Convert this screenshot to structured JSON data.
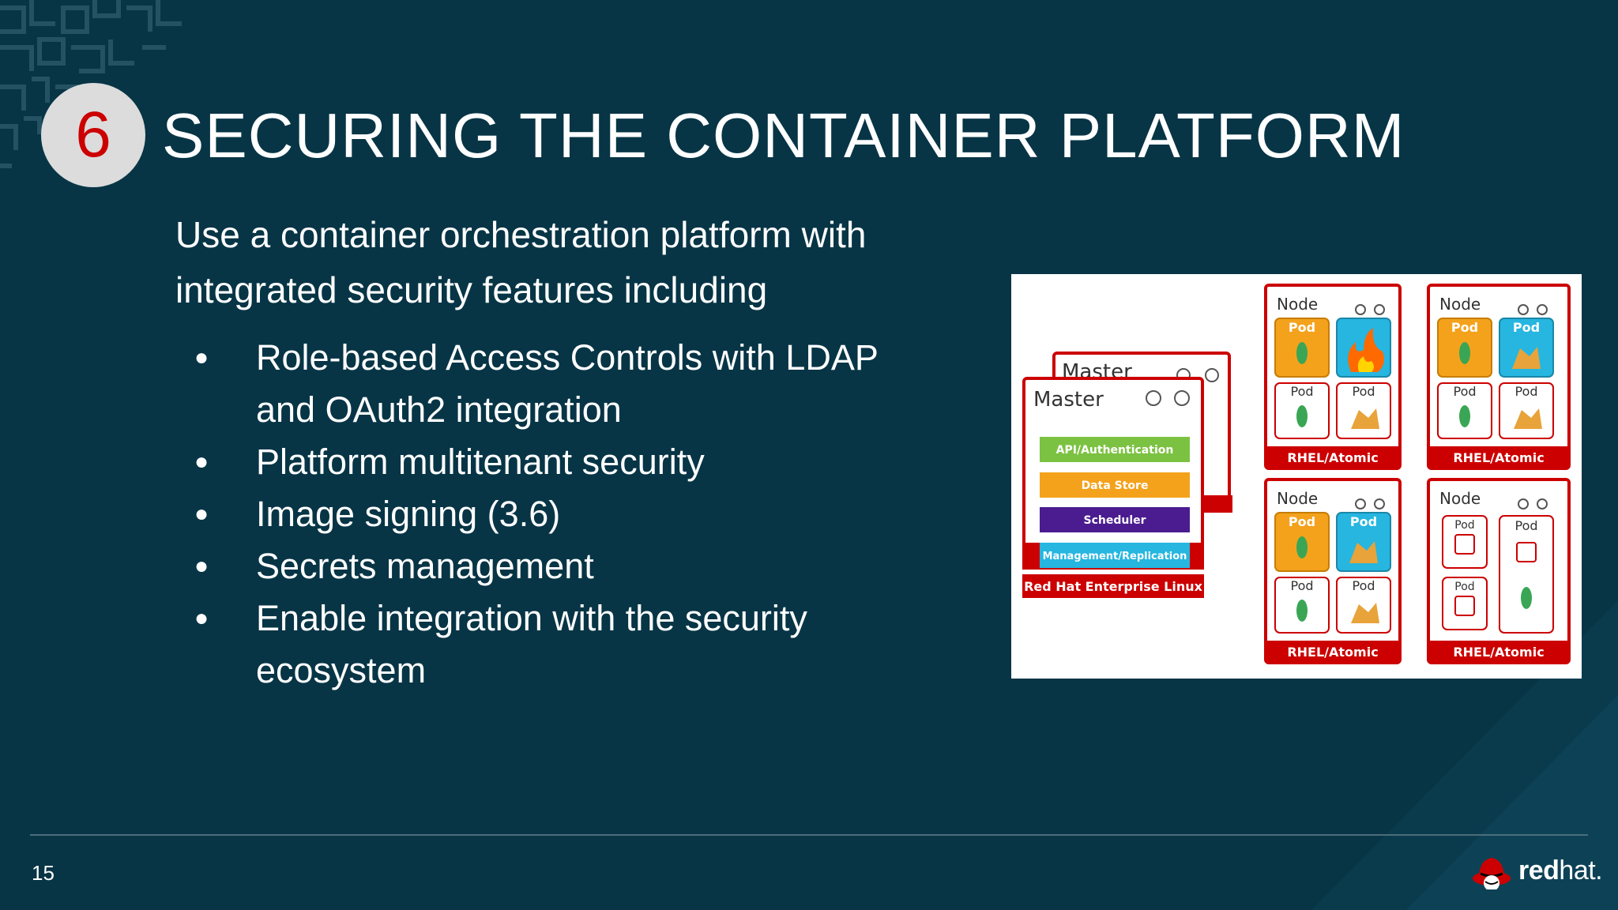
{
  "slide": {
    "number_badge": "6",
    "title": "SECURING THE CONTAINER PLATFORM",
    "intro": "Use  a container orchestration platform with integrated security features including",
    "bullets": [
      "Role-based Access Controls with LDAP and OAuth2 integration",
      "Platform multitenant security",
      "Image signing (3.6)",
      "Secrets management",
      "Enable integration with the security ecosystem"
    ],
    "page_number": "15",
    "logo_bold": "red",
    "logo_light": "hat."
  },
  "diagram": {
    "master_back_label": "Master",
    "master_label": "Master",
    "master_components": [
      "API/Authentication",
      "Data Store",
      "Scheduler",
      "Management/Replication"
    ],
    "master_footer": "Red Hat Enterprise Linux",
    "node_label": "Node",
    "pod_label": "Pod",
    "node_footer": "RHEL/Atomic"
  },
  "colors": {
    "background": "#073546",
    "badge_bg": "#dcdcdc",
    "badge_text": "#cc0000",
    "rhel_red": "#cc0000",
    "api_green": "#7cc242",
    "datastore_orange": "#f4a21c",
    "scheduler_purple": "#4b1c8f",
    "mgmt_cyan": "#26b6e0"
  }
}
